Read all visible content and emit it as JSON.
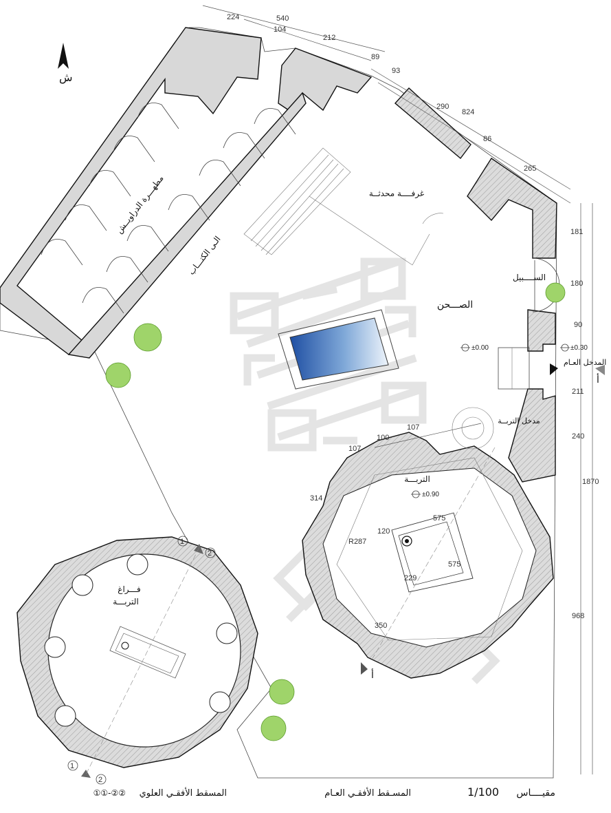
{
  "north": {
    "label": "ش"
  },
  "rooms": {
    "ablution": "مطهـــرة الدراويــش",
    "to_kuttab": "الـى الكتـــاب",
    "modern_room": "غرفــــة محدثــة",
    "courtyard": "الصـــحن",
    "sabil": "الســــبيل",
    "public_entrance": "المدخل العـام",
    "tomb_entrance": "مدخل التربــة",
    "tomb": "التربـــة",
    "tomb_void_1": "فـــراغ",
    "tomb_void_2": "التربـــة"
  },
  "levels": {
    "floor": "±0.00",
    "entrance": "±0.30",
    "tomb": "±0.90"
  },
  "dimensions": {
    "top": [
      "224",
      "540",
      "104",
      "212",
      "89",
      "93"
    ],
    "right_slant": [
      "290",
      "824",
      "86",
      "265"
    ],
    "right_vertical": [
      "181",
      "180",
      "90",
      "211",
      "240",
      "1870",
      "968"
    ],
    "tomb": [
      "107",
      "100",
      "107",
      "314",
      "575",
      "120",
      "R287",
      "575",
      "229",
      "350"
    ]
  },
  "section_marks": {
    "a": "أ",
    "one": "1",
    "two": "2"
  },
  "captions": {
    "upper_plan": "المسقط الأفقـي العلوي",
    "upper_plan_refs": "①①-②②",
    "general_plan": "المسـقط الأفقـي العـام",
    "scale_label": "مقيــــاس",
    "scale_value": "1/100"
  }
}
